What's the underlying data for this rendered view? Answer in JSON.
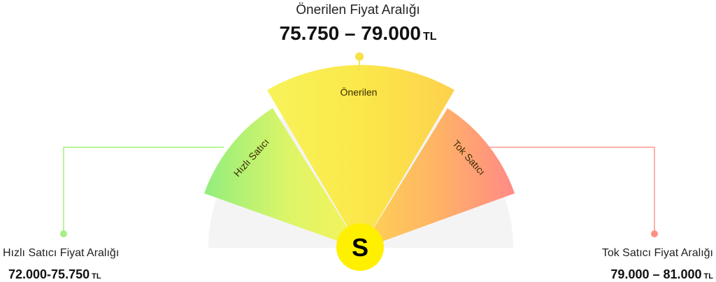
{
  "recommended": {
    "title": "Önerilen Fiyat Aralığı",
    "range": "75.750 – 79.000",
    "currency": "TL",
    "segment_label": "Önerilen"
  },
  "fast_seller": {
    "title": "Hızlı Satıcı Fiyat Aralığı",
    "range": "72.000-75.750",
    "currency": "TL",
    "segment_label": "Hızlı Satıcı"
  },
  "slow_seller": {
    "title": "Tok Satıcı Fiyat Aralığı",
    "range": "79.000 – 81.000",
    "currency": "TL",
    "segment_label": "Tok Satıcı"
  },
  "center_badge": "S",
  "colors": {
    "fast": "#9af07c",
    "recommended": "#f8ea3c",
    "slow": "#ff8f86",
    "badge": "#fff000",
    "track": "#f4f4f4"
  }
}
